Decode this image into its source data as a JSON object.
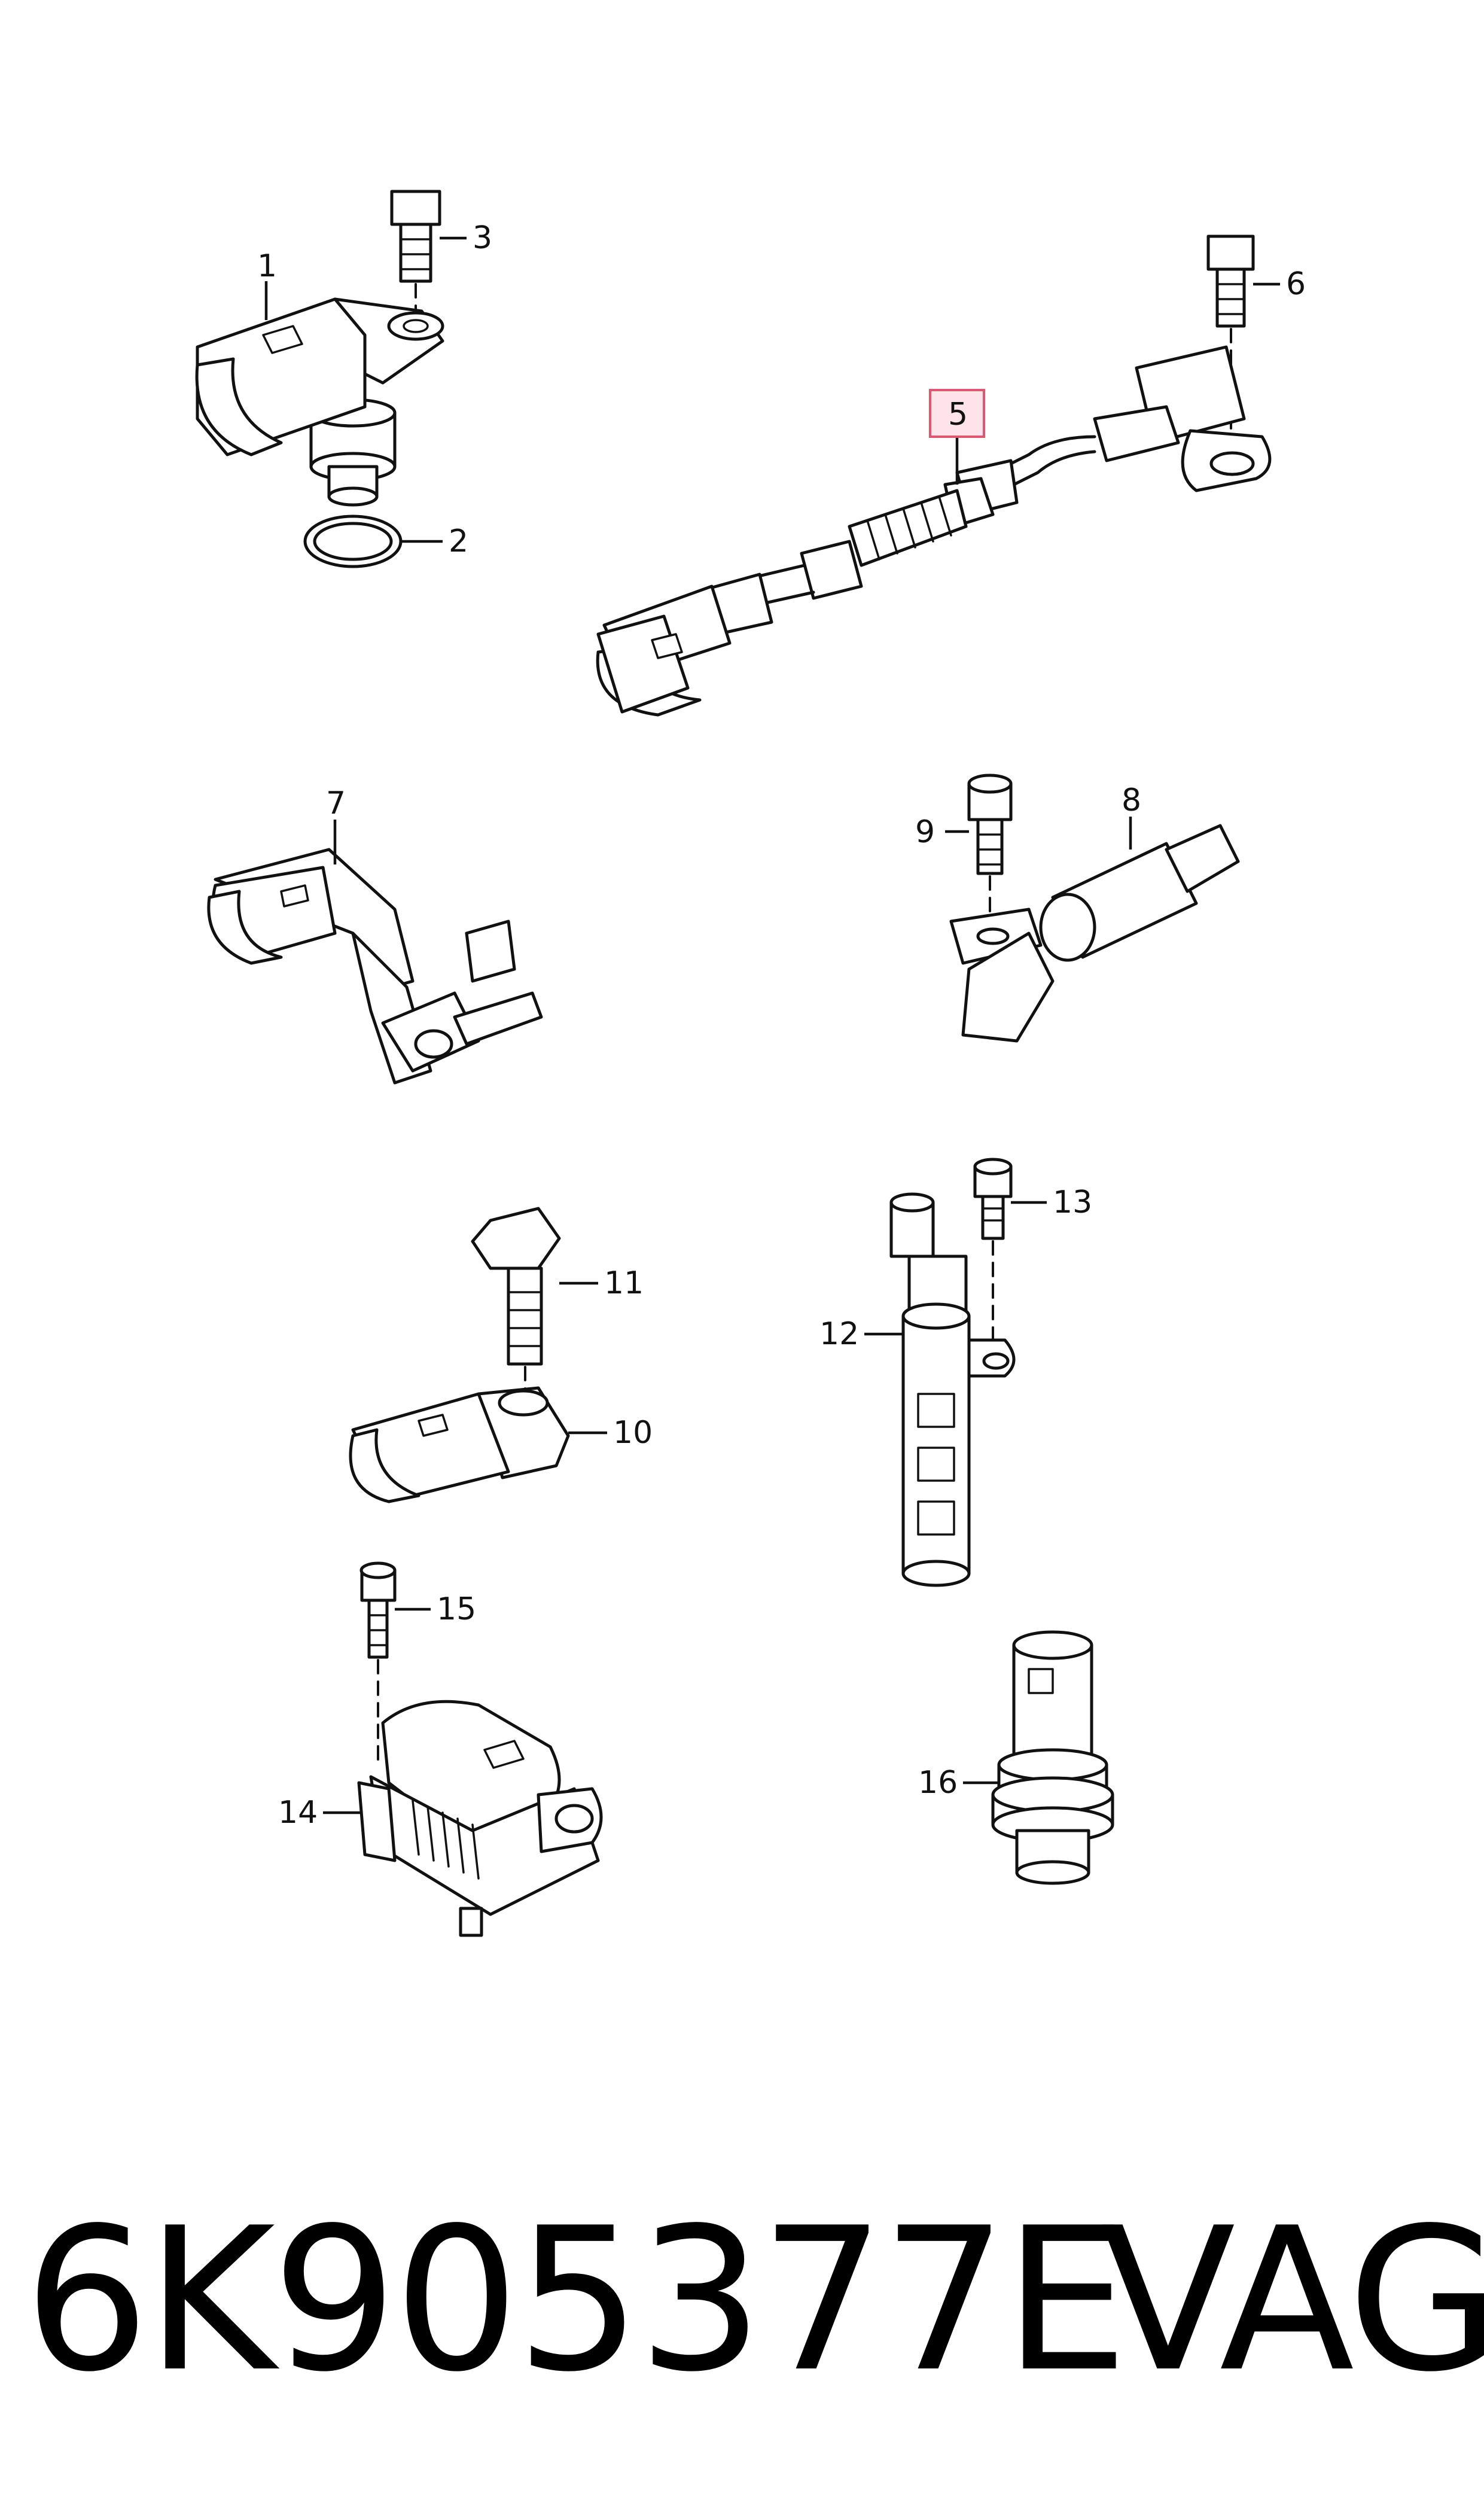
{
  "callouts": {
    "p1": "1",
    "p2": "2",
    "p3": "3",
    "p4": "5",
    "p6": "6",
    "p7": "7",
    "p8": "8",
    "p9": "9",
    "p10": "10",
    "p11": "11",
    "p12": "12",
    "p13": "13",
    "p14": "14",
    "p15": "15",
    "p16": "16"
  },
  "highlight": {
    "callout": "5",
    "fill": "#ffe3ea",
    "stroke": "#e2556f"
  },
  "footer": {
    "part_number": "6K905377E",
    "brand": "VAG"
  }
}
